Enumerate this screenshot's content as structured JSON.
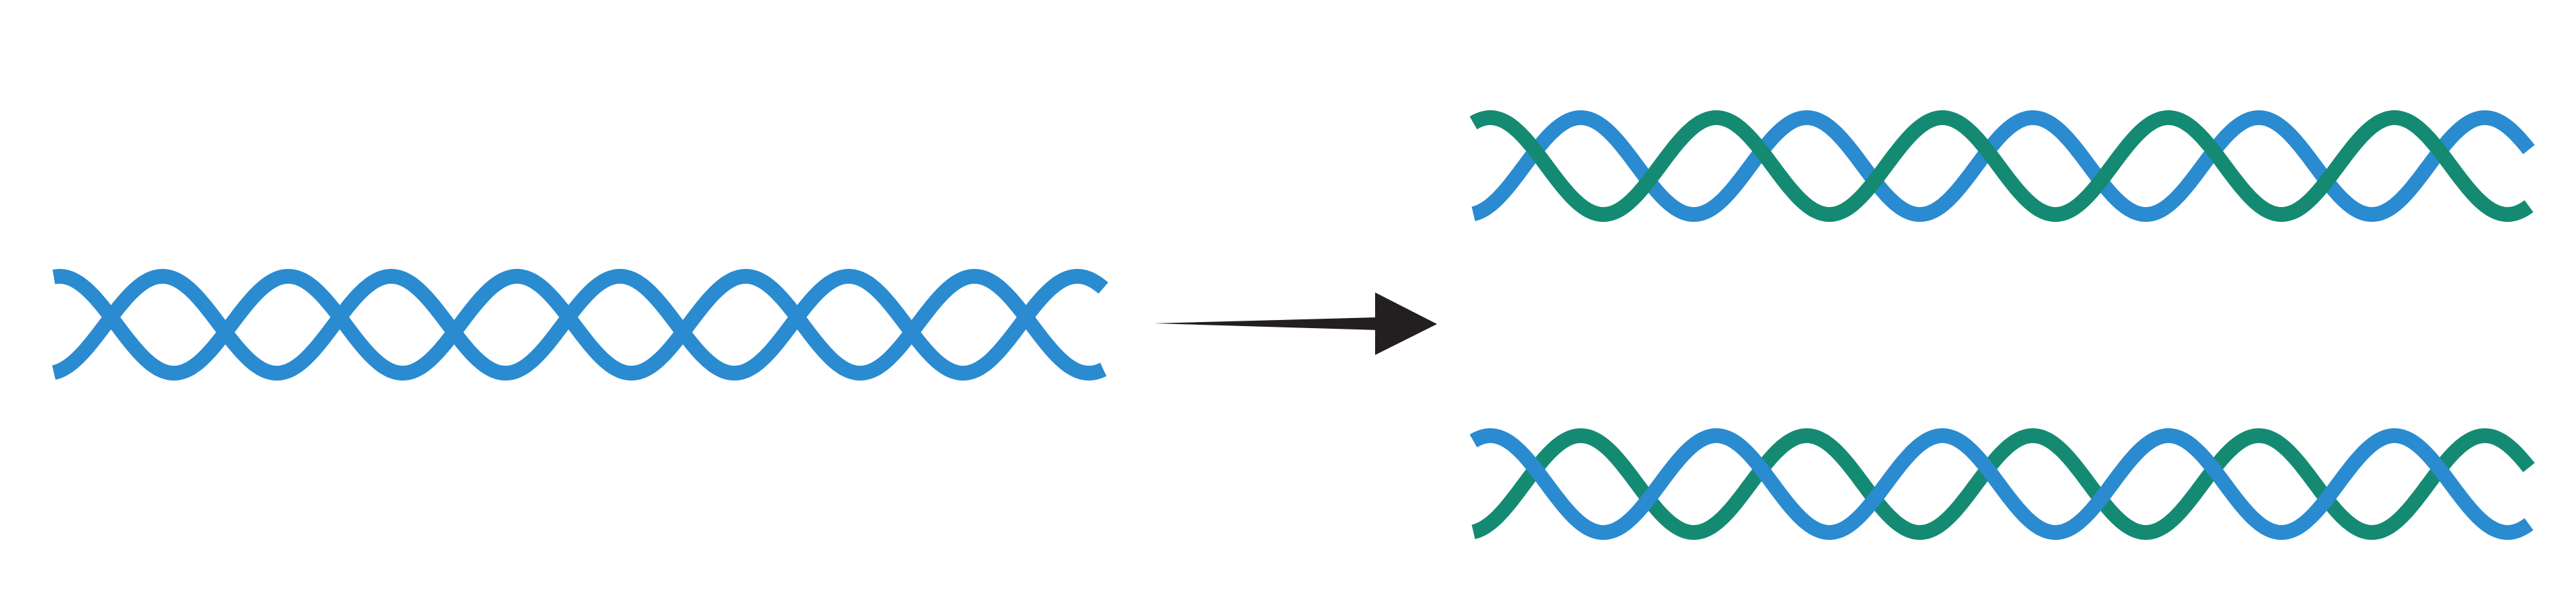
{
  "diagram": {
    "description_free": true,
    "colors": {
      "parent_strand": "#2A8BD0",
      "new_strand": "#158A72",
      "arrow": "#231F20",
      "background": "#FFFFFF"
    },
    "icons": {
      "parent_helix": "double-helix-icon",
      "arrow": "arrow-right-icon",
      "daughter_helix": "double-helix-icon"
    },
    "parts": {
      "parent_helix": {
        "strand_a": "parent",
        "strand_b": "parent"
      },
      "daughter_helix_top": {
        "strand_a": "parent",
        "strand_b": "new"
      },
      "daughter_helix_bottom": {
        "strand_a": "new",
        "strand_b": "parent"
      }
    }
  }
}
